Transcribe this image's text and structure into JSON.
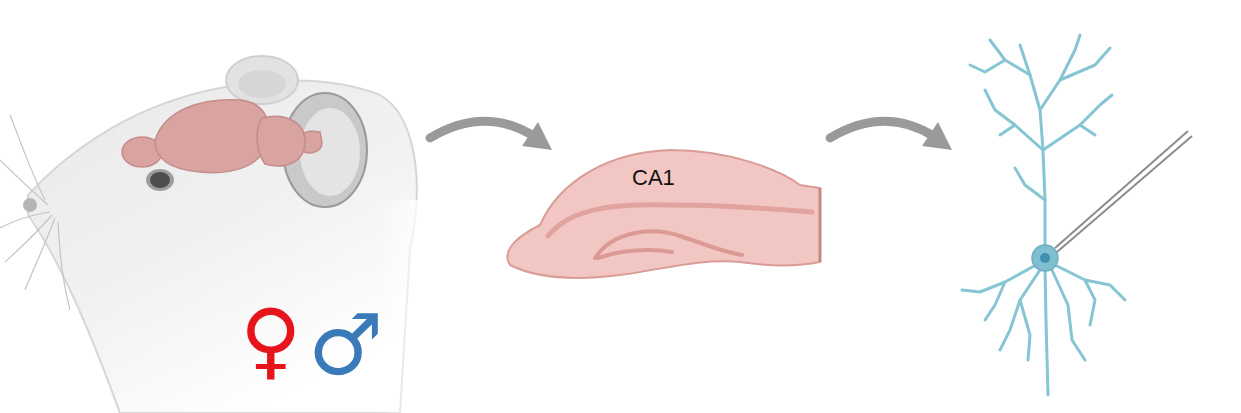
{
  "diagram": {
    "labels": [
      "CA1",
      "♀",
      "♂"
    ]
  }
}
